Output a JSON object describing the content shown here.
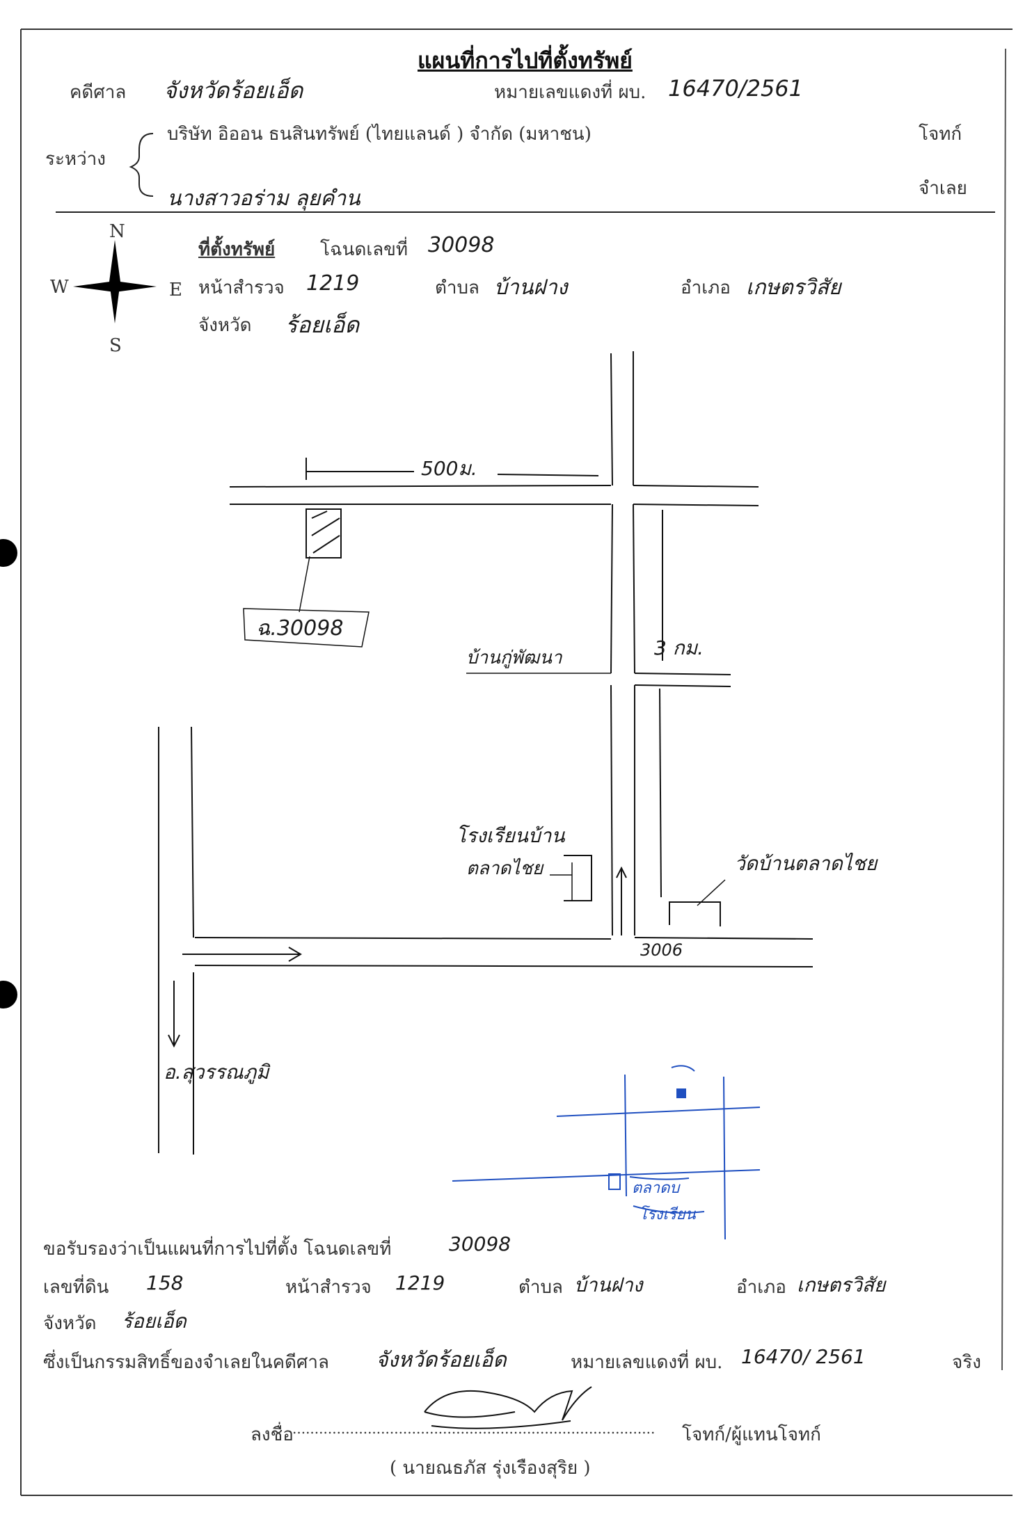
{
  "header": {
    "title": "แผนที่การไปที่ตั้งทรัพย์",
    "case_label": "คดีศาล",
    "court_name": "จังหวัดร้อยเอ็ด",
    "red_case_label": "หมายเลขแดงที่ ผบ.",
    "red_case_number": "16470/2561",
    "between_label": "ระหว่าง",
    "plaintiff_name": "บริษัท อิออน ธนสินทรัพย์ (ไทยแลนด์ ) จำกัด (มหาชน)",
    "plaintiff_role": "โจทก์",
    "defendant_name": "นางสาวอร่าม ลุยคำน",
    "defendant_role": "จำเลย"
  },
  "location": {
    "heading": "ที่ตั้งทรัพย์",
    "deed_label": "โฉนดเลขที่",
    "deed_number": "30098",
    "survey_label": "หน้าสำรวจ",
    "survey_number": "1219",
    "subdistrict_label": "ตำบล",
    "subdistrict": "บ้านฝาง",
    "district_label": "อำเภอ",
    "district": "เกษตรวิสัย",
    "province_label": "จังหวัด",
    "province": "ร้อยเอ็ด"
  },
  "compass": {
    "n": "N",
    "s": "S",
    "e": "E",
    "w": "W"
  },
  "map": {
    "distance_top": "500ม.",
    "deed_tag": "ฉ.30098",
    "village_label": "บ้านกู่พัฒนา",
    "distance_right": "3 กม.",
    "school_label_1": "โรงเรียนบ้าน",
    "school_label_2": "ตลาดไชย",
    "temple_label": "วัดบ้านตลาดไชย",
    "road_number": "3006",
    "district_arrow_label": "อ.สุวรรณภูมิ",
    "inset_school_1": "ตลาดบ",
    "inset_school_2": "โรงเรียน"
  },
  "certification": {
    "line1_text": "ขอรับรองว่าเป็นแผนที่การไปที่ตั้ง โฉนดเลขที่",
    "deed_number": "30098",
    "land_no_label": "เลขที่ดิน",
    "land_no": "158",
    "survey_label": "หน้าสำรวจ",
    "survey_number": "1219",
    "subdistrict_label": "ตำบล",
    "subdistrict": "บ้านฝาง",
    "district_label": "อำเภอ",
    "district": "เกษตรวิสัย",
    "province_label": "จังหวัด",
    "province": "ร้อยเอ็ด",
    "ownership_text": "ซึ่งเป็นกรรมสิทธิ์ของจำเลยในคดีศาล",
    "court_name": "จังหวัดร้อยเอ็ด",
    "red_case_label": "หมายเลขแดงที่ ผบ.",
    "red_case_number": "16470/ 2561",
    "true_word": "จริง",
    "sign_label": "ลงชื่อ",
    "sign_dots": "..................................................................................",
    "sign_role": "โจทก์/ผู้แทนโจทก์",
    "signer_name": "( นายณธภัส รุ่งเรืองสุริย )"
  }
}
